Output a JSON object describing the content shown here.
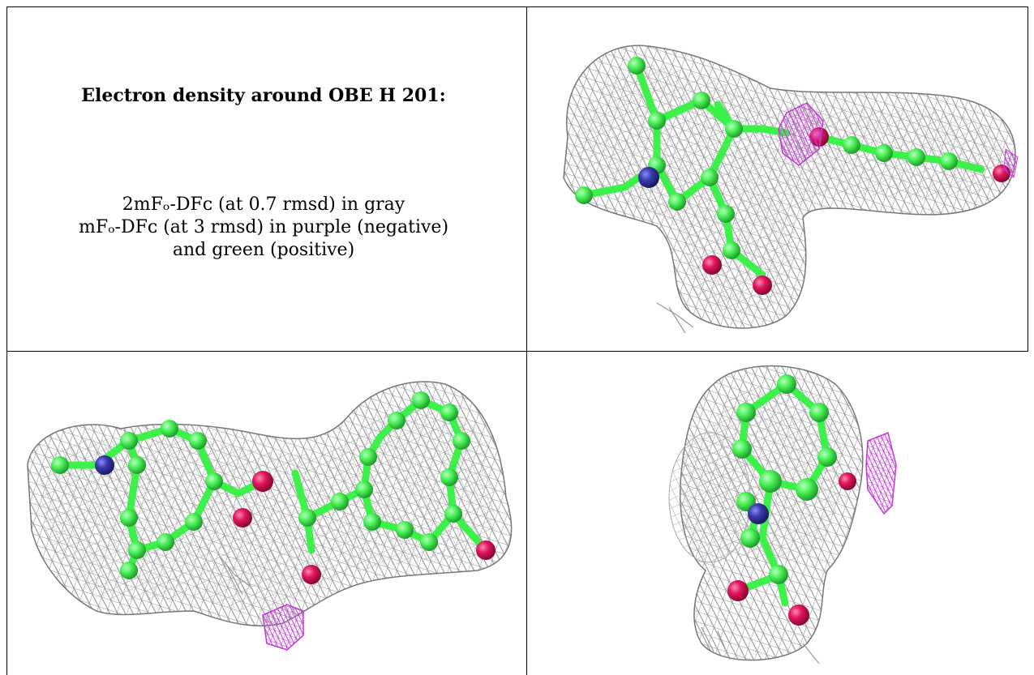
{
  "caption": {
    "title": "Electron density around OBE H 201:",
    "line1": "2mFₒ-DFᴄ (at 0.7 rmsd) in gray",
    "line2": "mFₒ-DFᴄ (at 3 rmsd) in purple (negative)",
    "line3": "and green (positive)"
  },
  "panels": [
    {
      "name": "view-1",
      "mesh_color": "#8f8f8f",
      "carbon_color": "#3cf24a",
      "nitrogen_color": "#3a3aaa",
      "oxygen_color": "#e0155e",
      "negative_density_color": "#c43ad8"
    },
    {
      "name": "view-2",
      "mesh_color": "#8f8f8f",
      "carbon_color": "#3cf24a",
      "nitrogen_color": "#3a3aaa",
      "oxygen_color": "#e0155e",
      "negative_density_color": "#c43ad8"
    },
    {
      "name": "view-3",
      "mesh_color": "#8f8f8f",
      "carbon_color": "#3cf24a",
      "nitrogen_color": "#3a3aaa",
      "oxygen_color": "#e0155e",
      "negative_density_color": "#c43ad8"
    }
  ]
}
